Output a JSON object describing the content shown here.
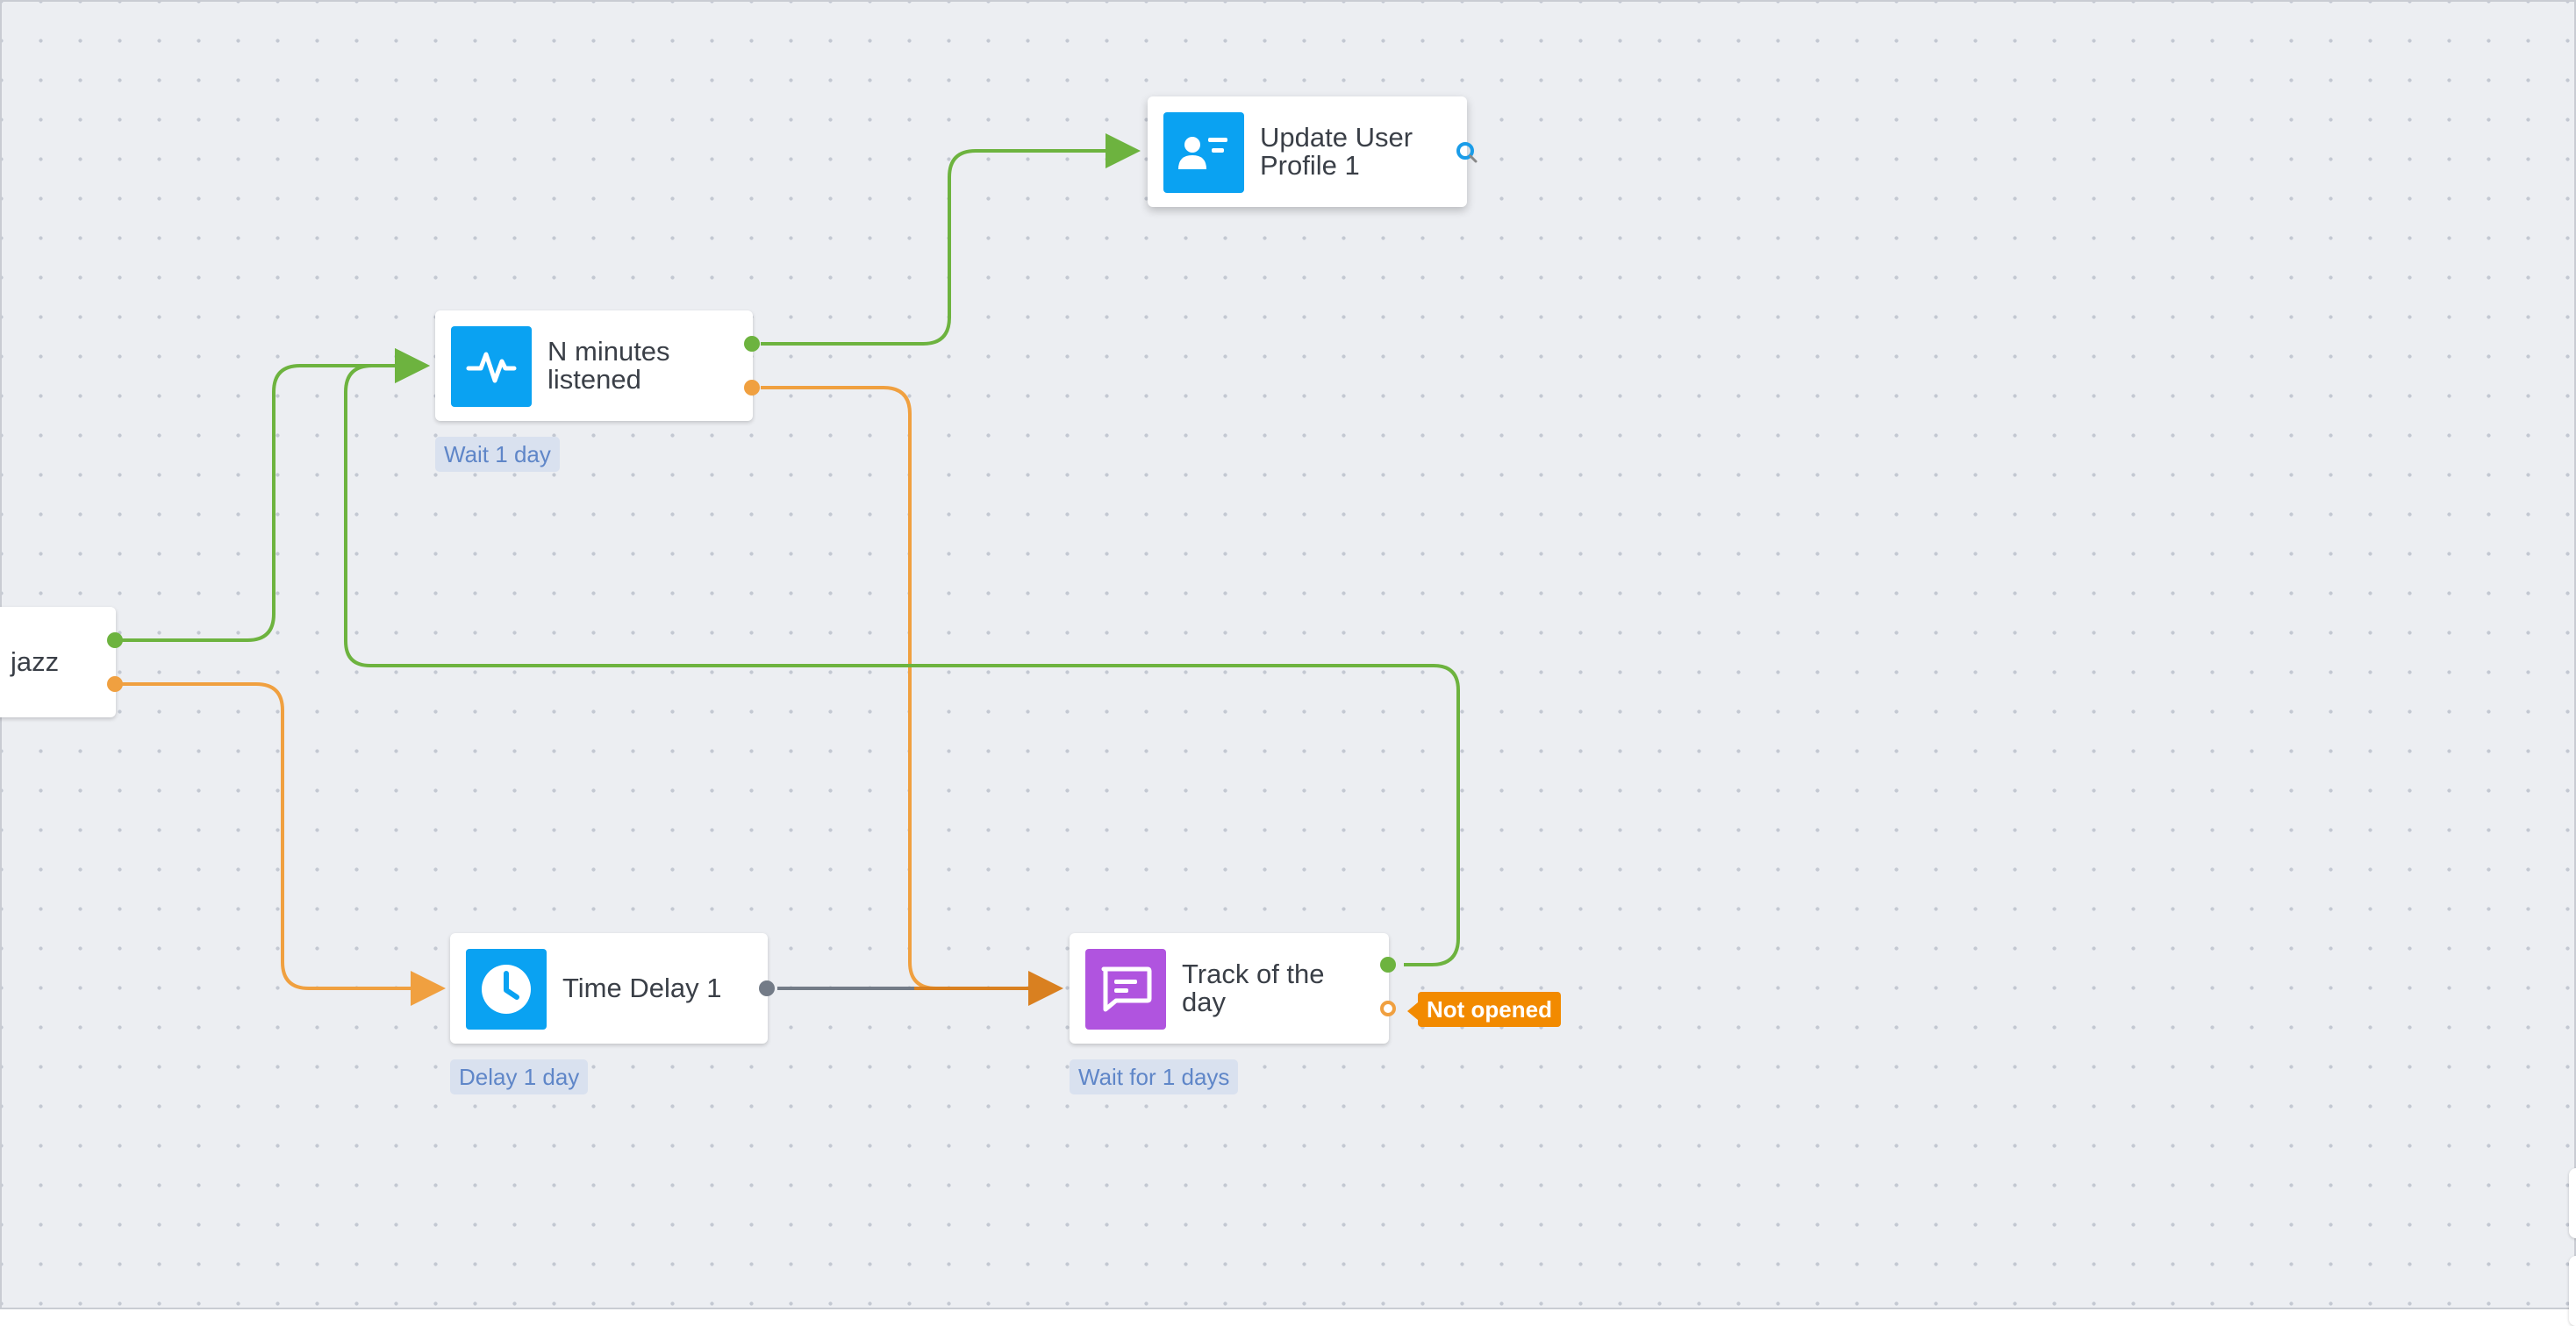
{
  "nodes": {
    "jazz": {
      "label": "jazz"
    },
    "n_minutes": {
      "label": "N minutes listened",
      "tag": "Wait 1 day"
    },
    "update_profile": {
      "label": "Update User Profile 1"
    },
    "time_delay": {
      "label": "Time Delay 1",
      "tag": "Delay 1 day"
    },
    "track_day": {
      "label": "Track of the day",
      "tag": "Wait for 1 days",
      "badge": "Not opened"
    }
  },
  "colors": {
    "yes_path": "#6db33f",
    "no_path": "#f0a040",
    "default_path": "#737b87",
    "action_icon": "#0aa2f2",
    "message_icon": "#b054df",
    "badge": "#f28a00"
  },
  "icons": {
    "n_minutes": "activity-pulse-icon",
    "update_profile": "contact-card-icon",
    "time_delay": "clock-icon",
    "track_day": "chat-message-icon",
    "hover": "search-icon"
  }
}
